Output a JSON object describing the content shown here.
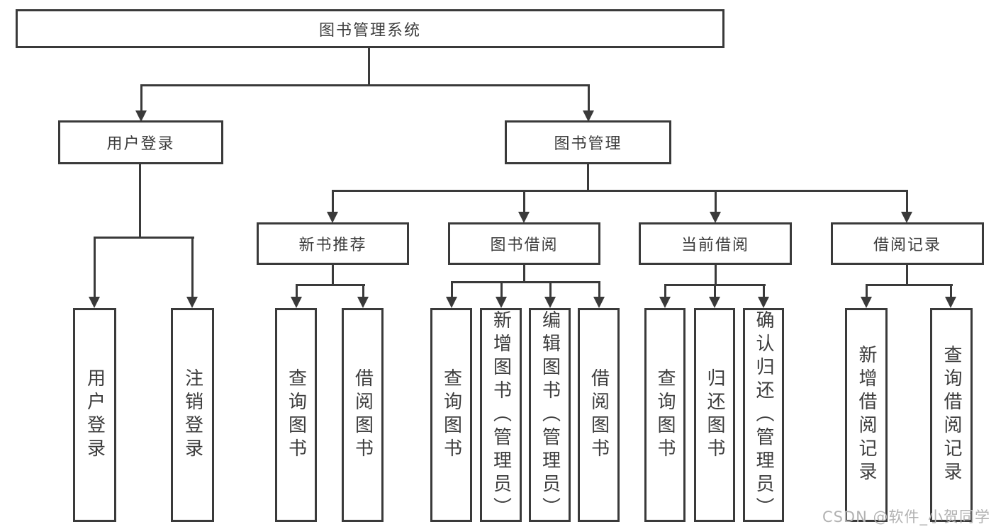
{
  "diagram": {
    "title": "图书管理系统",
    "tree": {
      "root": {
        "label": "图书管理系统"
      },
      "branches": {
        "user_login": {
          "label": "用户登录",
          "children": {
            "login": {
              "label": "用户登录"
            },
            "logout": {
              "label": "注销登录"
            }
          }
        },
        "book_mgmt": {
          "label": "图书管理",
          "sections": {
            "new_books": {
              "label": "新书推荐",
              "children": {
                "query_books": {
                  "label": "查询图书"
                },
                "borrow_books": {
                  "label": "借阅图书"
                }
              }
            },
            "book_borrow": {
              "label": "图书借阅",
              "children": {
                "query_books": {
                  "label": "查询图书"
                },
                "add_books": {
                  "label": "新增图书（管理员）"
                },
                "edit_books": {
                  "label": "编辑图书（管理员）"
                },
                "borrow_books": {
                  "label": "借阅图书"
                }
              }
            },
            "current_borrow": {
              "label": "当前借阅",
              "children": {
                "query_books": {
                  "label": "查询图书"
                },
                "return_books": {
                  "label": "归还图书"
                },
                "confirm_return": {
                  "label": "确认归还（管理员）"
                }
              }
            },
            "borrow_records": {
              "label": "借阅记录",
              "children": {
                "add_record": {
                  "label": "新增借阅记录"
                },
                "query_record": {
                  "label": "查询借阅记录"
                }
              }
            }
          }
        }
      }
    },
    "colors": {
      "line": "#3a3a3a",
      "text": "#3d3d3d",
      "watermark": "#b2b2b2"
    }
  },
  "watermark": {
    "text": "CSDN @软件_小贺同学"
  }
}
